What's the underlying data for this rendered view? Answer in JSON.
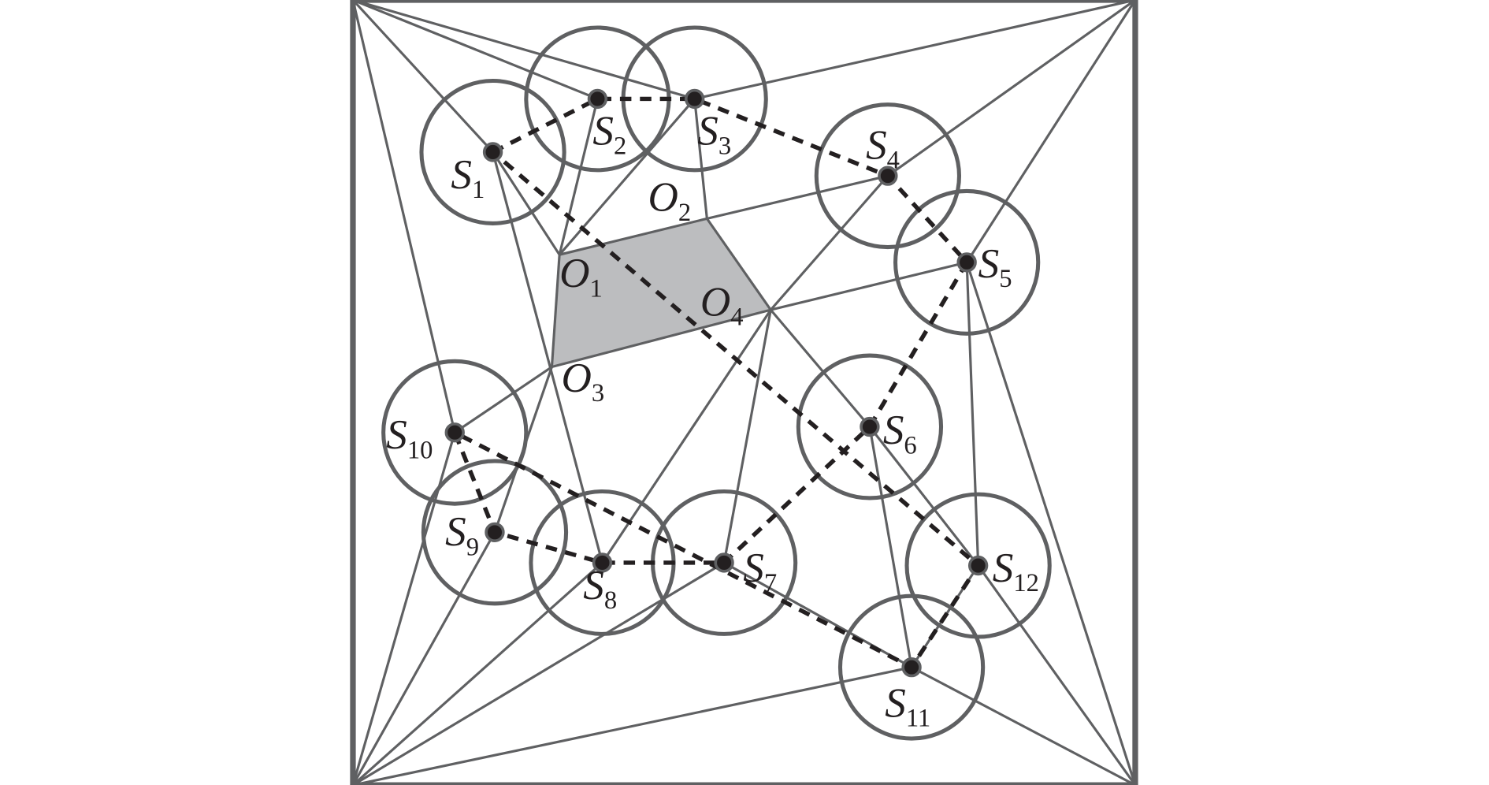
{
  "diagram": {
    "sensors": [
      {
        "id": "S1",
        "letter": "S",
        "sub": "1"
      },
      {
        "id": "S2",
        "letter": "S",
        "sub": "2"
      },
      {
        "id": "S3",
        "letter": "S",
        "sub": "3"
      },
      {
        "id": "S4",
        "letter": "S",
        "sub": "4"
      },
      {
        "id": "S5",
        "letter": "S",
        "sub": "5"
      },
      {
        "id": "S6",
        "letter": "S",
        "sub": "6"
      },
      {
        "id": "S7",
        "letter": "S",
        "sub": "7"
      },
      {
        "id": "S8",
        "letter": "S",
        "sub": "8"
      },
      {
        "id": "S9",
        "letter": "S",
        "sub": "9"
      },
      {
        "id": "S10",
        "letter": "S",
        "sub": "10"
      },
      {
        "id": "S11",
        "letter": "S",
        "sub": "11"
      },
      {
        "id": "S12",
        "letter": "S",
        "sub": "12"
      }
    ],
    "vertices": [
      {
        "id": "O1",
        "letter": "O",
        "sub": "1"
      },
      {
        "id": "O2",
        "letter": "O",
        "sub": "2"
      },
      {
        "id": "O3",
        "letter": "O",
        "sub": "3"
      },
      {
        "id": "O4",
        "letter": "O",
        "sub": "4"
      }
    ],
    "colors": {
      "line": "#5f6062",
      "node": "#231f20",
      "region": "#bcbdbf",
      "dashed": "#231f20"
    }
  }
}
